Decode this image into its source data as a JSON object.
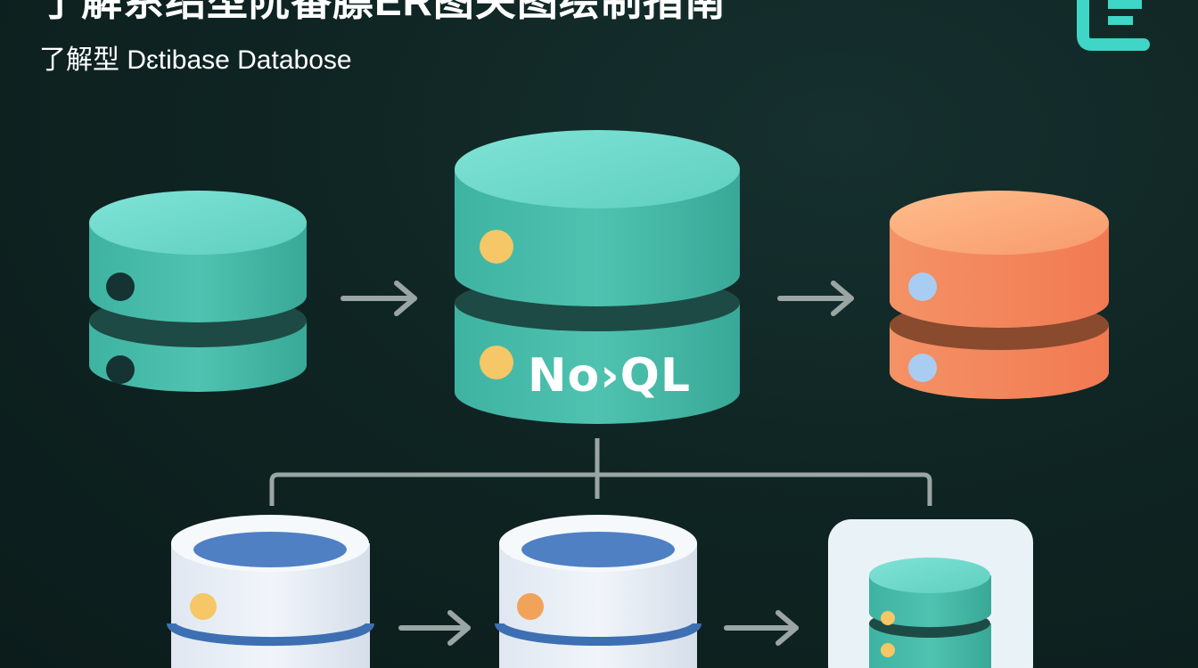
{
  "header": {
    "title": "了解系绍型阮番膘ER图关图绘制指南",
    "subtitle": "了解型 Dɛtibase Databose"
  },
  "logo": {
    "icon": "brand-logo-icon",
    "color": "#3fd6c8"
  },
  "nodes": {
    "left_db": {
      "icon": "database-icon",
      "color": "#4dbfae"
    },
    "center_db": {
      "icon": "database-icon",
      "color": "#5fcfc0",
      "label": "No›QL"
    },
    "right_db": {
      "icon": "database-icon",
      "color": "#f48e60"
    },
    "bottom_left_db": {
      "icon": "database-icon",
      "color": "#e6edf5"
    },
    "bottom_mid_db": {
      "icon": "database-icon",
      "color": "#e6edf5"
    },
    "bottom_right_db": {
      "icon": "database-icon",
      "color": "#4dbfae"
    }
  },
  "colors": {
    "background": "#0f2523",
    "arrow": "#9aa6a4",
    "dot_yellow": "#f5c766",
    "dot_blue": "#a9cdf2",
    "dot_dark": "#143332",
    "dot_orange": "#f2a35a"
  }
}
